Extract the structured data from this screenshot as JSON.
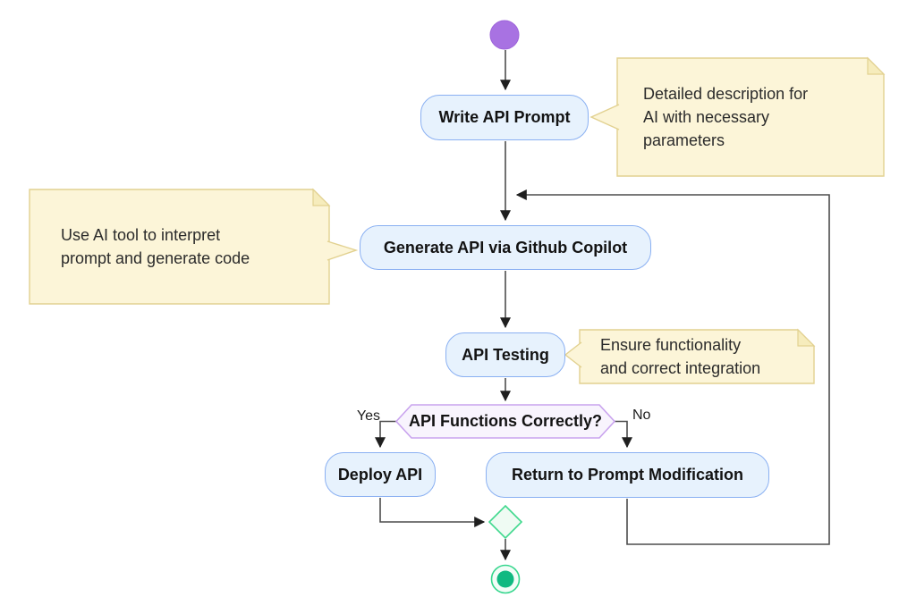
{
  "diagram": {
    "type": "state-flowchart",
    "nodes": {
      "start": {
        "name": "initial state"
      },
      "write": {
        "label": "Write API Prompt"
      },
      "generate": {
        "label": "Generate API via Github Copilot"
      },
      "testing": {
        "label": "API Testing"
      },
      "decision": {
        "label": "API Functions Correctly?"
      },
      "deploy": {
        "label": "Deploy API"
      },
      "return": {
        "label": "Return to Prompt Modification"
      },
      "merge": {
        "name": "merge point"
      },
      "end": {
        "name": "final state"
      }
    },
    "edge_labels": {
      "yes": "Yes",
      "no": "No"
    },
    "notes": {
      "write_note": {
        "text": "Detailed description for\nAI with necessary\nparameters"
      },
      "generate_note": {
        "text": "Use AI tool to interpret\nprompt and generate code"
      },
      "testing_note": {
        "text": "Ensure functionality\nand correct integration"
      }
    },
    "colors": {
      "node_fill": "#e7f2fd",
      "node_border": "#8ab0f2",
      "note_fill": "#fcf5d8",
      "note_border": "#e2d190",
      "note_fold": "#f6ecbc",
      "decision_fill": "#f8f4fd",
      "decision_border": "#c9a3ee",
      "start_fill": "#a872e2",
      "end_inner": "#10b981",
      "end_border": "#35d68d",
      "merge_fill": "#effbf3",
      "merge_border": "#41d98e",
      "edge_stroke": "#4d4d4d"
    }
  }
}
